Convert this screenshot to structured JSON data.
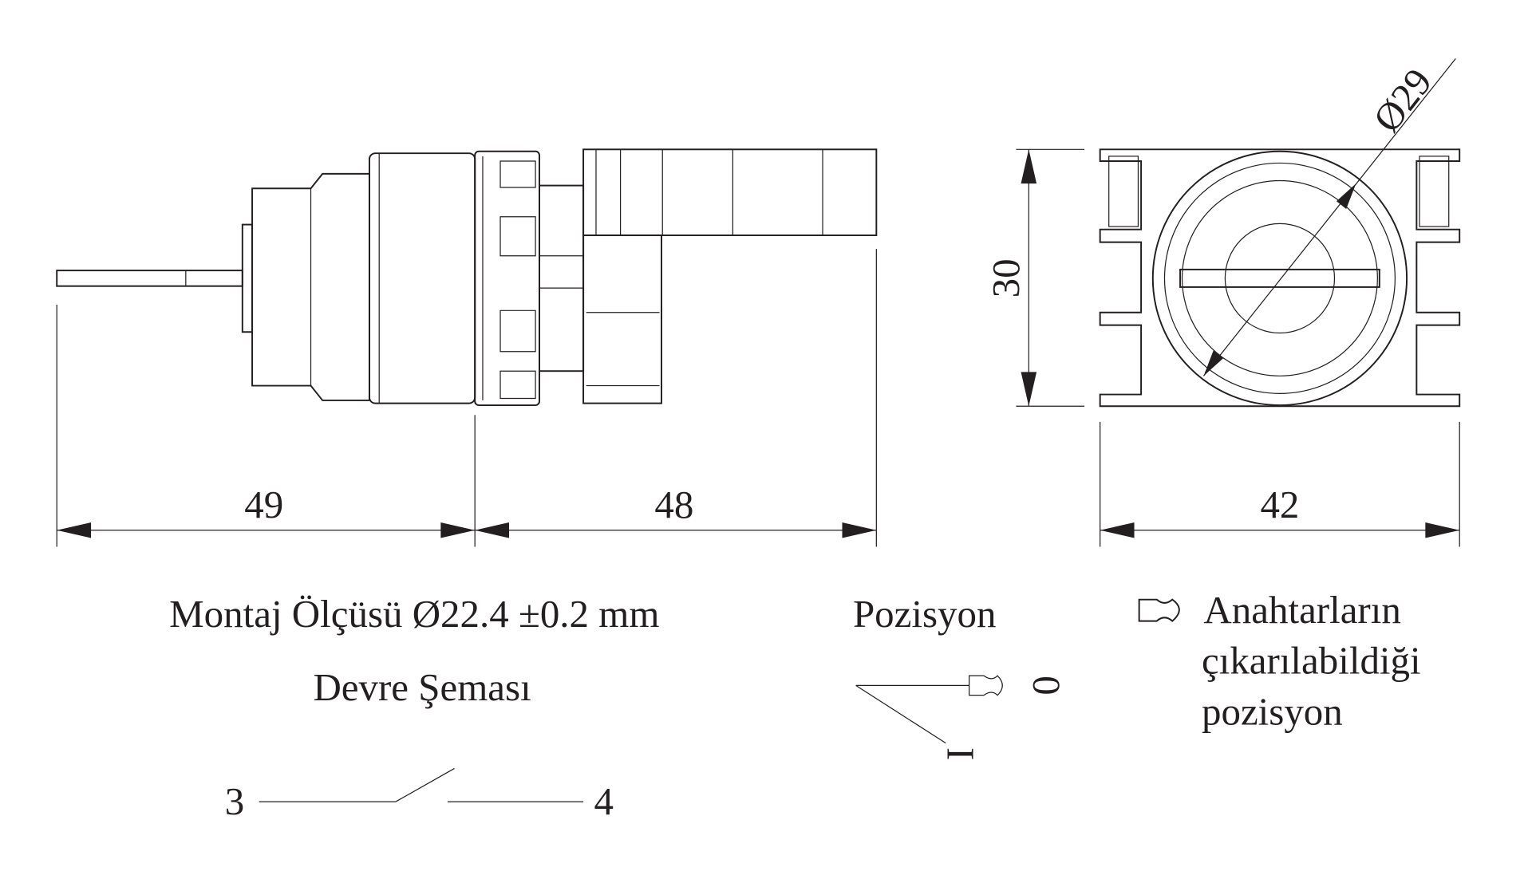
{
  "dimensions": {
    "side_left": "49",
    "side_right": "48",
    "height": "30",
    "width": "42",
    "diameter": "Ø29"
  },
  "notes": {
    "mounting": "Montaj Ölçüsü Ø22.4 ±0.2 mm",
    "circuit_title": "Devre Şeması"
  },
  "circuit": {
    "terminal_left": "3",
    "terminal_right": "4"
  },
  "position": {
    "title": "Pozisyon",
    "pos_0": "0",
    "pos_1": "I"
  },
  "legend": {
    "line1": "Anahtarların",
    "line2": "çıkarılabildiği",
    "line3": "pozisyon"
  },
  "colors": {
    "ink": "#231f20"
  }
}
